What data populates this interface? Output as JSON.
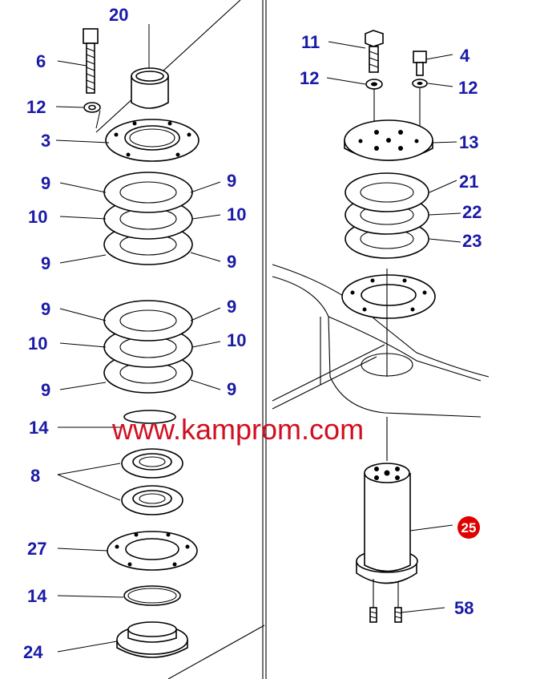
{
  "labels": {
    "p20": "20",
    "p6": "6",
    "p12a": "12",
    "p3": "3",
    "p9a": "9",
    "p9b": "9",
    "p10a": "10",
    "p10b": "10",
    "p9c": "9",
    "p9d": "9",
    "p9e": "9",
    "p9f": "9",
    "p10c": "10",
    "p10d": "10",
    "p9g": "9",
    "p9h": "9",
    "p14a": "14",
    "p8": "8",
    "p27": "27",
    "p14b": "14",
    "p24": "24",
    "p11": "11",
    "p4": "4",
    "p12b": "12",
    "p12c": "12",
    "p13": "13",
    "p21": "21",
    "p22": "22",
    "p23": "23",
    "p25": "25",
    "p58": "58"
  },
  "watermark": "www.kamprom.com",
  "colors": {
    "label": "#1a1aa8",
    "watermark": "#d01020",
    "badge": "#e00000"
  }
}
